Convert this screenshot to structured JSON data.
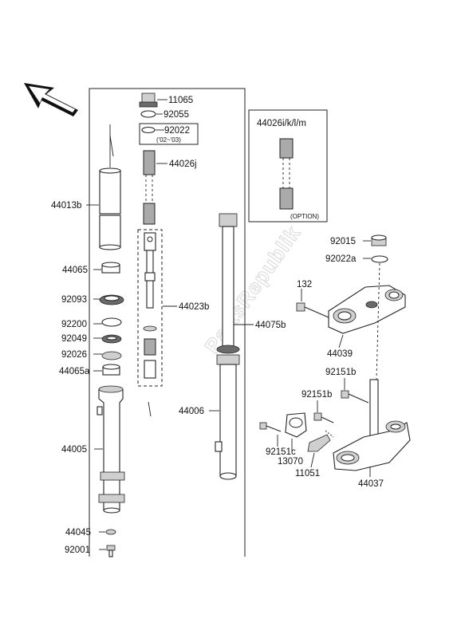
{
  "watermark": "PartsRepublik",
  "option_box": {
    "part_label": "44026i/k/l/m",
    "note": "(OPTION)"
  },
  "year_note": "('02~'03)",
  "parts": {
    "p11065": "11065",
    "p92055": "92055",
    "p92022": "92022",
    "p44026j": "44026j",
    "p44013b": "44013b",
    "p44065": "44065",
    "p92093": "92093",
    "p92200": "92200",
    "p92049": "92049",
    "p92026": "92026",
    "p44065a": "44065a",
    "p44005": "44005",
    "p44045": "44045",
    "p92001": "92001",
    "p44023b": "44023b",
    "p44075b": "44075b",
    "p44006": "44006",
    "p92015": "92015",
    "p92022a": "92022a",
    "p132": "132",
    "p44039": "44039",
    "p92151b_a": "92151b",
    "p92151b_b": "92151b",
    "p92151c": "92151c",
    "p13070": "13070",
    "p11051": "11051",
    "p44037": "44037"
  }
}
